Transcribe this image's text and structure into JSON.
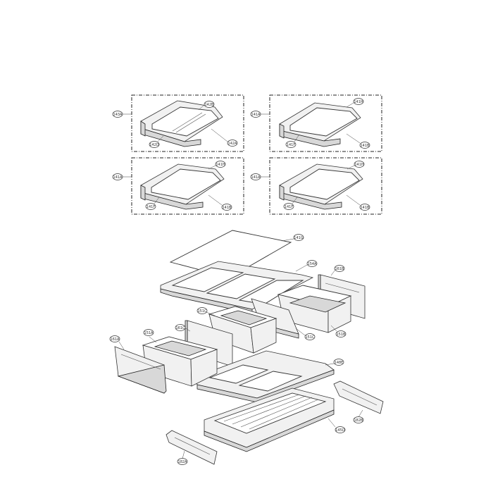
{
  "labels": {
    "group_tl": "143A",
    "tl_top": "142B",
    "tl_left": "142D",
    "tl_right": "142A",
    "group_tr": "141A",
    "tr_top": "141H",
    "tr_left": "141F",
    "tr_right": "141B",
    "group_bl": "141A",
    "bl_top": "141H",
    "bl_left": "141F",
    "bl_right": "141B",
    "group_br": "141A",
    "br_top": "141H",
    "br_left": "141F",
    "br_right": "141B",
    "cover": "141G",
    "frame": "154A",
    "door_right": "161B",
    "drawer_mid": "151C",
    "divider_mid": "161C",
    "rail_mid": "151C",
    "drawer_right": "151B",
    "door_left": "161A",
    "drawer_left": "151A",
    "lower_frame": "148E",
    "side_cover": "182B",
    "pan": "145D",
    "front_cover": "182A"
  }
}
